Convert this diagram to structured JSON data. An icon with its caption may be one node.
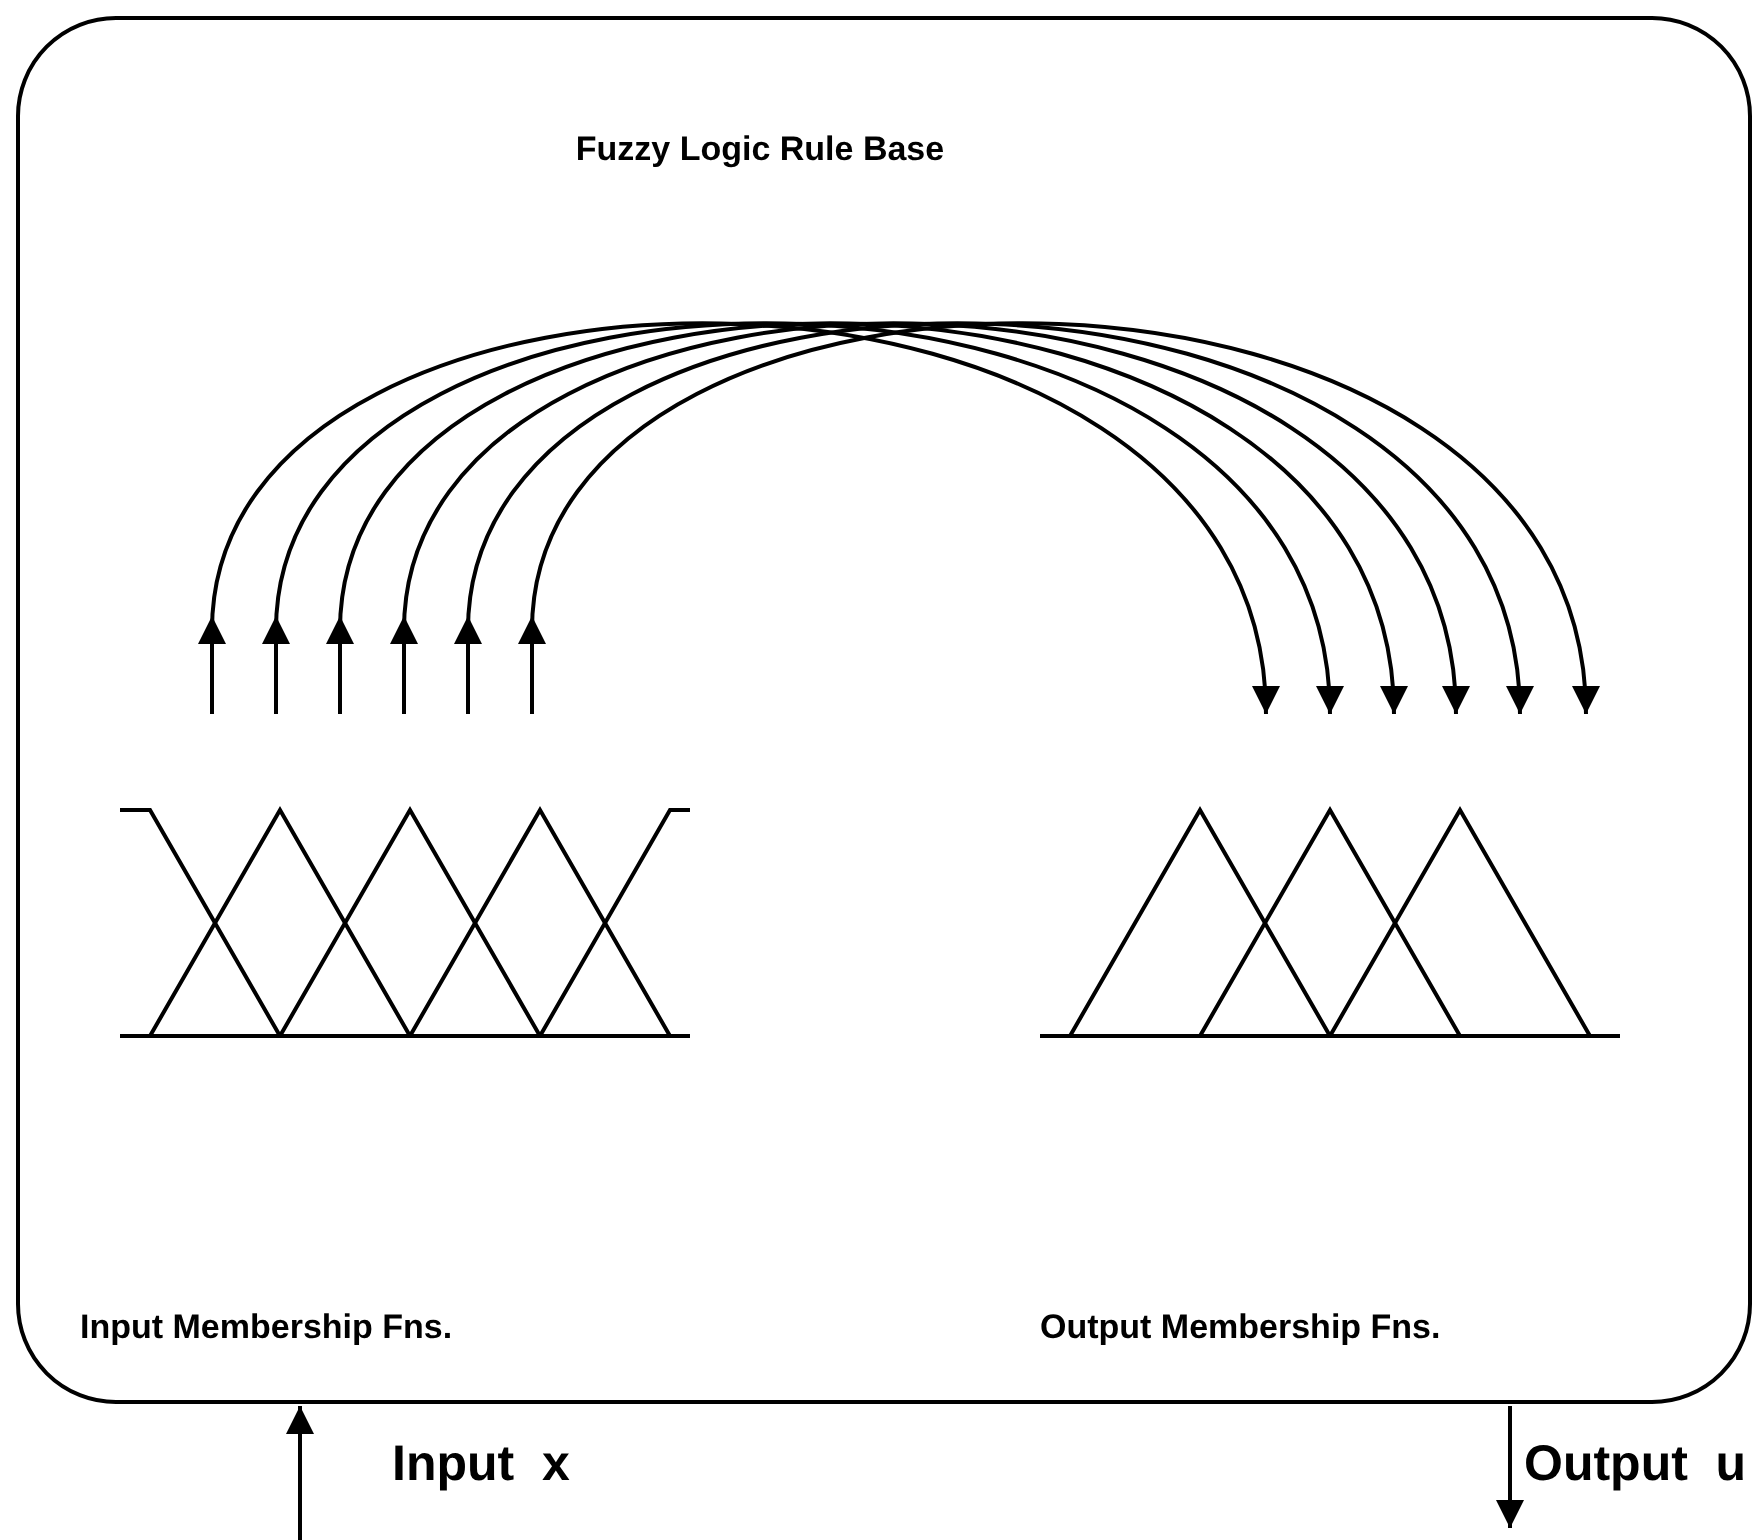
{
  "diagram": {
    "nodes": [
      {
        "text": [
          "Fuzzy Logic Rule Base"
        ]
      },
      {
        "text": [
          "Input Membership Fns."
        ],
        "in": 0
      },
      {
        "text": [
          "Output Membership Fns."
        ],
        "in": 0
      }
    ],
    "edges": [
      {
        "from": 1,
        "to": 2,
        "arrow": "to"
      },
      {
        "from": 1,
        "to": 2,
        "arrow": "to"
      },
      {
        "from": 1,
        "to": 2,
        "arrow": "to"
      },
      {
        "from": 1,
        "to": 2,
        "arrow": "to"
      },
      {
        "from": 1,
        "to": 2,
        "arrow": "to"
      },
      {
        "from": 1,
        "to": 2,
        "arrow": "to"
      },
      {
        "from": null,
        "to": 0,
        "arrow": "to"
      },
      {
        "from": 0,
        "to": null,
        "arrow": "to"
      }
    ],
    "labels": [
      "Input  x",
      "Output  u"
    ]
  }
}
